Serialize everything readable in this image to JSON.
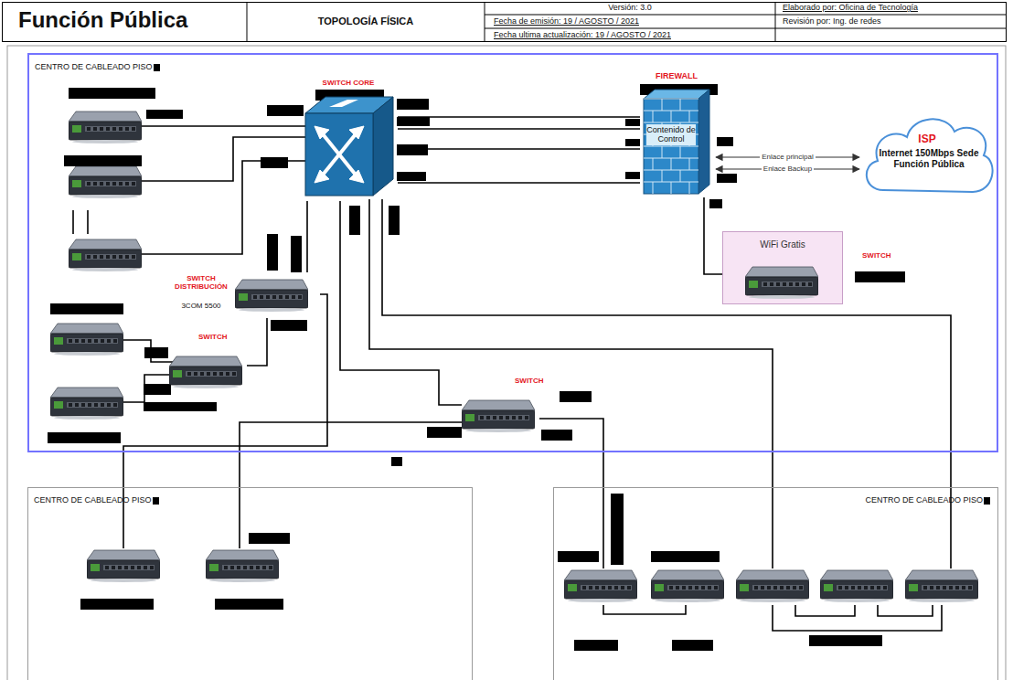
{
  "diagram": {
    "title": "Función Pública",
    "nodes": [
      {
        "text": [
          "CENTRO DE CABLEADO PISO"
        ]
      },
      {
        "text": [
          "SWITCH CORE"
        ],
        "in": 0
      },
      {
        "text": [
          "FIREWALL",
          "Contenido de Control"
        ],
        "in": 0
      },
      {
        "text": [
          "ISP",
          "Internet 150Mbps Sede Función Pública"
        ],
        "in": 0
      },
      {
        "text": [
          "WiFi Gratis"
        ],
        "in": 0
      },
      {
        "text": [
          "SWITCH DISTRIBUCIÓN",
          "3COM 5500"
        ],
        "in": 0
      },
      {
        "text": [
          "SWITCH"
        ],
        "in": 0
      },
      {
        "text": [
          "SWITCH"
        ],
        "in": 0
      },
      {
        "text": [
          "CENTRO DE CABLEADO PISO"
        ]
      },
      {
        "text": [
          "CENTRO DE CABLEADO PISO"
        ]
      }
    ],
    "edges": [
      {
        "from": 1,
        "to": 2,
        "arrow": "none"
      },
      {
        "from": 1,
        "to": 2,
        "arrow": "none"
      },
      {
        "from": 1,
        "to": 2,
        "arrow": "none"
      },
      {
        "from": 1,
        "to": 2,
        "arrow": "none"
      },
      {
        "from": 2,
        "to": 3,
        "label": "Enlace principal",
        "arrow": "both"
      },
      {
        "from": 2,
        "to": 3,
        "label": "Enlace Backup",
        "arrow": "both"
      },
      {
        "from": 2,
        "to": 4,
        "arrow": "none"
      },
      {
        "from": 1,
        "to": 5,
        "arrow": "none"
      },
      {
        "from": 5,
        "to": 6,
        "arrow": "none"
      },
      {
        "from": 1,
        "to": 7,
        "arrow": "none"
      }
    ],
    "labels": [
      "TOPOLOGÍA FÍSICA",
      "Versión: 3.0",
      "Fecha de emisión: 19 / AGOSTO / 2021",
      "Fecha ultima actualización: 19 / AGOSTO / 2021",
      "Elaborado por: Oficina de Tecnología",
      "Revisión por: Ing. de redes",
      "SWITCH"
    ]
  }
}
